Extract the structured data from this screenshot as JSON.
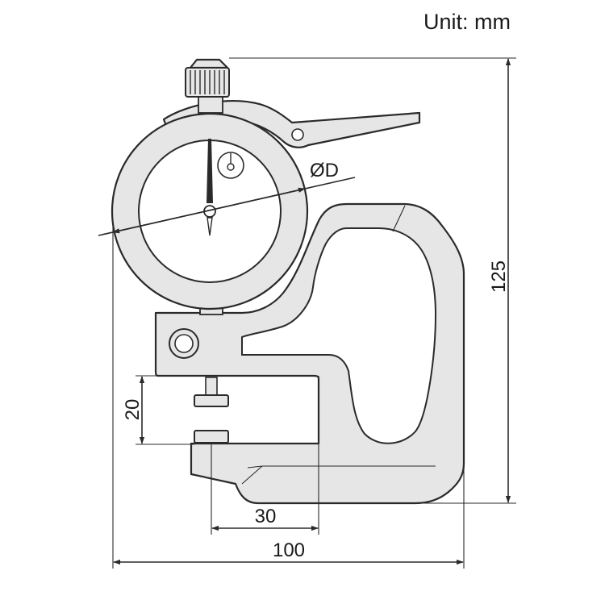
{
  "unit_label": "Unit: mm",
  "dimensions": {
    "overall_height": "125",
    "overall_width": "100",
    "throat_depth": "30",
    "gap_range": "20",
    "dial_diameter": "ØD"
  },
  "colors": {
    "body": "#e6e6e6",
    "outline": "#2a2a2a",
    "background": "#ffffff"
  }
}
